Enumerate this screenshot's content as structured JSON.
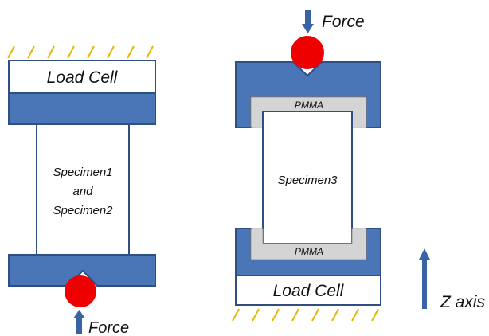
{
  "colors": {
    "plate_fill": "#4a76b8",
    "plate_stroke": "#2f4f82",
    "specimen_fill": "#ffffff",
    "hatch": "#e6b800",
    "force_ball": "#ee0000",
    "arrow": "#3a63a5",
    "pmma_fill": "#d4d4d4"
  },
  "left_setup": {
    "load_cell_label": "Load Cell",
    "specimen_line1": "Specimen1",
    "specimen_line2": "and",
    "specimen_line3": "Specimen2",
    "force_label": "Force"
  },
  "right_setup": {
    "force_label": "Force",
    "pmma_top_label": "PMMA",
    "specimen_label": "Specimen3",
    "pmma_bottom_label": "PMMA",
    "load_cell_label": "Load Cell"
  },
  "axis": {
    "label": "Z axis"
  }
}
